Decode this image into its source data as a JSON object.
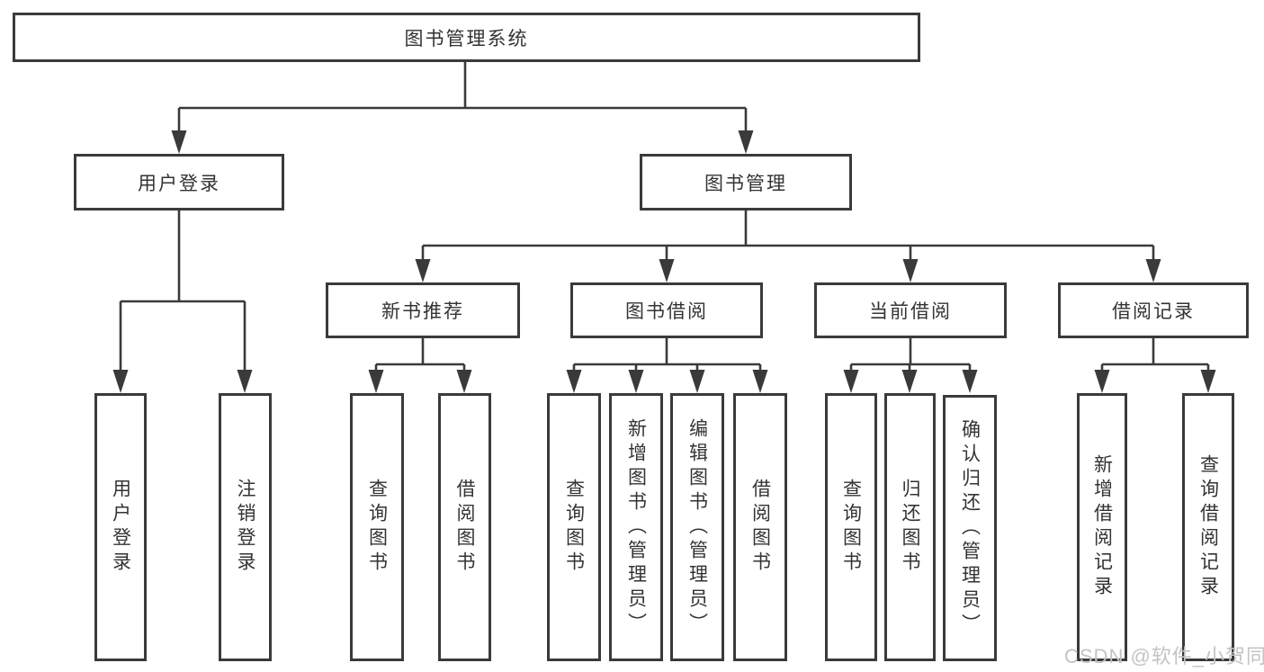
{
  "tree": {
    "label": "图书管理系统",
    "children": [
      {
        "label": "用户登录",
        "children": [
          {
            "label": "用户登录"
          },
          {
            "label": "注销登录"
          }
        ]
      },
      {
        "label": "图书管理",
        "children": [
          {
            "label": "新书推荐",
            "children": [
              {
                "label": "查询图书"
              },
              {
                "label": "借阅图书"
              }
            ]
          },
          {
            "label": "图书借阅",
            "children": [
              {
                "label": "查询图书"
              },
              {
                "label": "新增图书（管理员）"
              },
              {
                "label": "编辑图书（管理员）"
              },
              {
                "label": "借阅图书"
              }
            ]
          },
          {
            "label": "当前借阅",
            "children": [
              {
                "label": "查询图书"
              },
              {
                "label": "归还图书"
              },
              {
                "label": "确认归还（管理员）"
              }
            ]
          },
          {
            "label": "借阅记录",
            "children": [
              {
                "label": "新增借阅记录"
              },
              {
                "label": "查询借阅记录"
              }
            ]
          }
        ]
      }
    ]
  },
  "watermark": "CSDN @软件_小贺同学",
  "colors": {
    "line": "#3a3a3a",
    "box_border": "#3a3a3a",
    "text": "#333333",
    "watermark": "#c3c3c3",
    "background": "#ffffff"
  }
}
